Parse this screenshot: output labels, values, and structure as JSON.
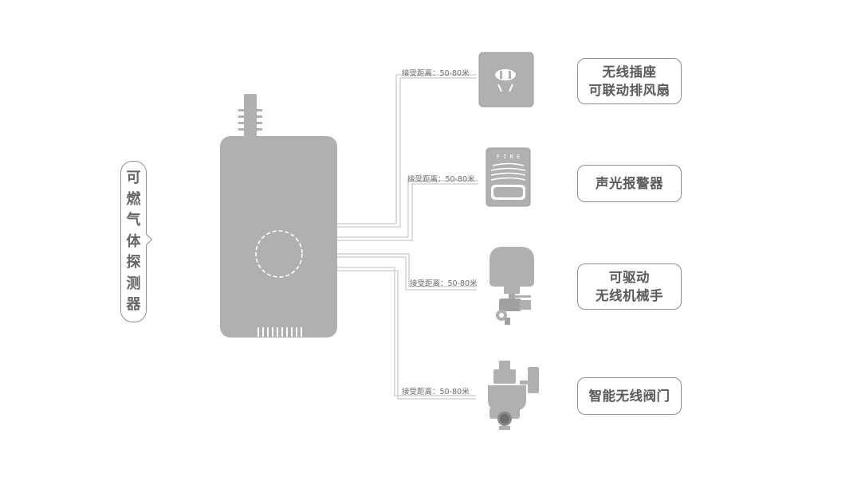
{
  "detector": {
    "label_chars": [
      "可",
      "燃",
      "气",
      "体",
      "探",
      "测",
      "器"
    ]
  },
  "connections": [
    {
      "distance_label": "接受距离：50-80米",
      "device_icon": "wireless-socket-icon",
      "device_lines": [
        "无线插座",
        "可联动排风扇"
      ]
    },
    {
      "distance_label": "接受距离：50-80米",
      "device_icon": "fire-alarm-siren-icon",
      "device_lines": [
        "声光报警器"
      ]
    },
    {
      "distance_label": "接受距离：50-80米",
      "device_icon": "valve-manipulator-icon",
      "device_lines": [
        "可驱动",
        "无线机械手"
      ]
    },
    {
      "distance_label": "接受距离：50-80米",
      "device_icon": "smart-valve-icon",
      "device_lines": [
        "智能无线阀门"
      ]
    }
  ],
  "alarm_panel_text": "F I R E",
  "colors": {
    "device_gray": "#b0b0b0",
    "line_gray": "#c8c8c8",
    "border_gray": "#8f8f8f",
    "text_gray": "#5a5a5a"
  }
}
